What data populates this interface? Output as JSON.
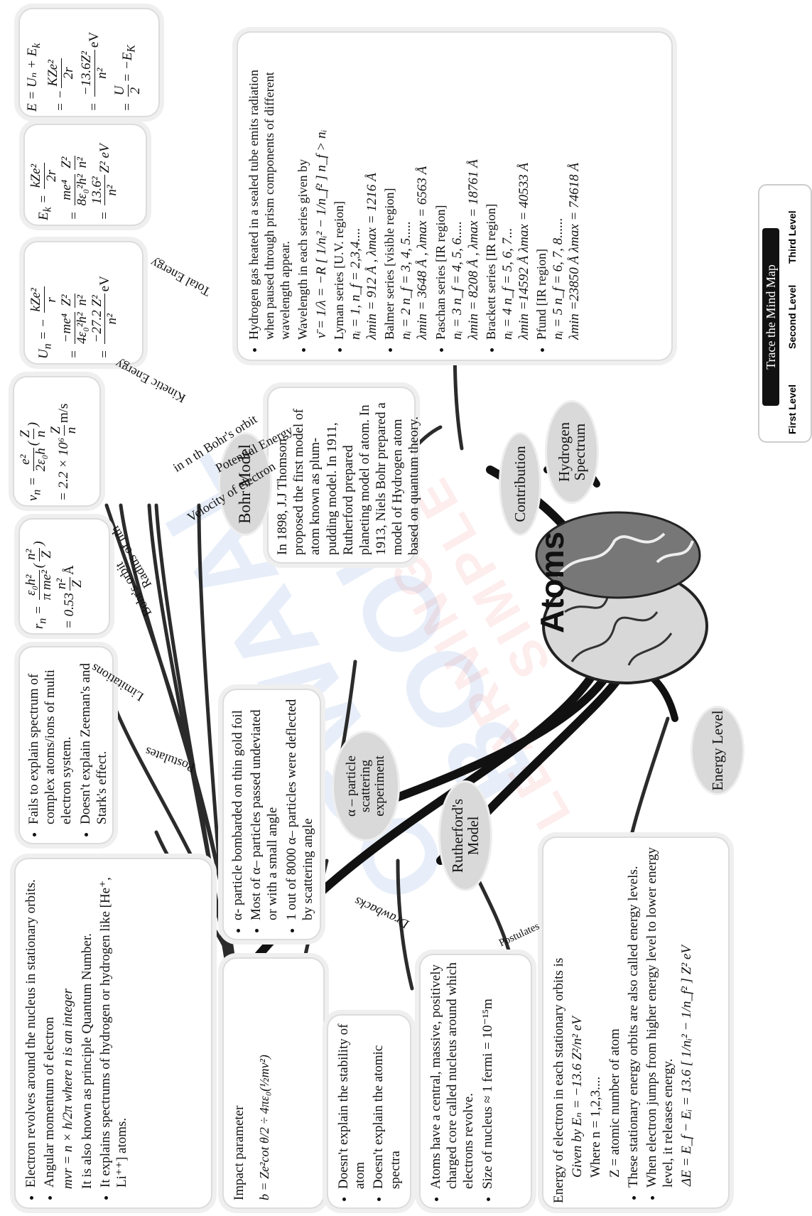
{
  "central": {
    "title": "Atoms"
  },
  "watermark": {
    "main": "OSWAAL BOOKS",
    "sub": "LEARNING MADE SIMPLE"
  },
  "legend": {
    "title": "Trace the Mind Map",
    "levels": [
      "First Level",
      "Second Level",
      "Third Level"
    ]
  },
  "nodes": {
    "bohr_model": "Bohr Model",
    "hydrogen_spectrum": "Hydrogen Spectrum",
    "contribution": "Contribution",
    "alpha_scattering": "α – particle scattering experiment",
    "rutherford_model": "Rutherford's Model",
    "energy_level": "Energy Level"
  },
  "branch_labels": {
    "total_energy": "Total Energy",
    "kinetic_energy": "Kinetic Energy",
    "potential_energy": "Potential Energy",
    "velocity": "Velocity of electron",
    "velocity2": "in n th Bohr's orbit",
    "radius": "Radius of nth",
    "radius2": "Bohr's orbit",
    "limitations": "Limitations",
    "postulates": "Postulates",
    "drawbacks": "Drawbacks",
    "rutherford_postulates": "Postulates"
  },
  "formulas": {
    "total": {
      "l1": "E = U",
      "l2": "= −",
      "l2num": "KZe²",
      "l2den": "2r",
      "l3num": "−13.6Z²",
      "l3den": "n²",
      "l3unit": "eV",
      "l4num": "U",
      "l4den": "2",
      "l4tail": "= −E"
    },
    "kinetic": {
      "l1num": "kZe²",
      "l1den": "2r",
      "l2num": "me⁴",
      "l2den": "8ε₀²h²",
      "l2b": "Z²",
      "l2bden": "n²",
      "l3num": "13.6²",
      "l3den": "n²",
      "l3tail": "Z² eV"
    },
    "potential": {
      "l1": "U",
      "l1num": "kZe²",
      "l1den": "r",
      "l2num": "−me⁴",
      "l2den": "4ε₀²h²",
      "l2b": "Z²",
      "l2bden": "n²",
      "l3num": "−27.2 Z²",
      "l3den": "n²",
      "l3unit": "eV"
    },
    "velocity": {
      "l1": "v",
      "l1num": "e²",
      "l1den": "2ε₀h",
      "l1b": "Z",
      "l1bden": "n",
      "l2": "= 2.2 × 10⁶",
      "l2num": "Z",
      "l2den": "n",
      "l2unit": "m/s"
    },
    "radius": {
      "l1": "r",
      "l1num": "ε₀h²",
      "l1den": "π me²",
      "l1b": "n²",
      "l1bden": "Z",
      "l2": "= 0.53",
      "l2num": "n²",
      "l2den": "Z",
      "l2unit": "Å"
    }
  },
  "boxes": {
    "spectrum": {
      "intro": "Hydrogen gas heated in a sealed tube emits radiation when paused through prism components of different wavelength appear.",
      "wavelength": "Wavelength in each series given by",
      "wavelength_formula": "ν̄ = 1/λ = −R [ 1/nᵢ² − 1/n_f² ]  n_f > nᵢ",
      "series": [
        {
          "name": "Lyman series [U.V. region]",
          "levels": "nᵢ = 1, n_f = 2,3,4....",
          "range": "λmin = 912 Å ,    λmax = 1216 Å"
        },
        {
          "name": "Balmer series [visible region]",
          "levels": "nᵢ = 2    n_f = 3, 4, 5.....",
          "range": "λmin = 3648 Å ,  λmax = 6563 Å"
        },
        {
          "name": "Paschan series  [IR region]",
          "levels": "nᵢ = 3    n_f = 4, 5, 6.....",
          "range": "λmin = 8208 Å ,  λmax = 18761 Å"
        },
        {
          "name": "Brackett series [IR region]",
          "levels": "nᵢ = 4    n_f = 5, 6, 7...",
          "range": "λmin =14592 Å    λmax = 40533 Å"
        },
        {
          "name": "Pfund [IR region]",
          "levels": "nᵢ = 5    n_f = 6, 7, 8......",
          "range": "λmin =23850 Å      λmax = 74618 Å"
        }
      ]
    },
    "contribution": {
      "text": "In 1898, J.J Thomson proposed the first model of atom known as plum-pudding model. In 1911, Rutherford prepared planeting model of atom. In 1913, Niels Bohr prepared a model of Hydrogen atom based on quantum theory."
    },
    "limitations": {
      "items": [
        "Fails to explain spectrum of complex atoms/ions of multi electron system.",
        "Doesn't explain Zeeman's and Stark's effect."
      ]
    },
    "alpha": {
      "items": [
        "α- particle bombarded on thin gold foil",
        "Most of α– particles passed undeviated or with a small angle",
        "1 out of 8000 α– particles were deflected by scattering angle"
      ]
    },
    "postulates": {
      "items": [
        "Electron revolves around the nucleus in stationary orbits.",
        "Angular momentum of electron"
      ],
      "momentum_formula": "mvr = n × h/2π  where n is an integer",
      "principle": "It is also known as principle Quantum Number.",
      "explains": "It explains spectrums of hydrogen or hydrogen like [He⁺, Li⁺⁺] atoms."
    },
    "impact": {
      "title": "Impact parameter",
      "formula": "b = Ze²cot θ/2 ÷ 4πε₀(½mv²)"
    },
    "drawbacks": {
      "items": [
        "Doesn't explain the stability of atom",
        "Doesn't explain the atomic spectra"
      ]
    },
    "rutherford": {
      "items": [
        "Atoms have a central, massive, positively charged core called nucleus around which electrons revolve.",
        "Size of nucleus ≈ 1 fermi = 10⁻¹⁵m"
      ]
    },
    "energy": {
      "intro": "Energy of electron in each stationary orbits is",
      "given": "Given by Eₙ = −13.6 Z²/n² eV",
      "where": "Where n = 1,2,3....",
      "z": "Z = atomic number of atom",
      "items": [
        "These stationary energy orbits are also called energy levels.",
        "When electron jumps from higher energy level to lower energy level, it releases energy."
      ],
      "delta": "ΔE = E_f − Eᵢ = 13.6 [ 1/nᵢ² − 1/n_f² ] Z² eV"
    }
  }
}
